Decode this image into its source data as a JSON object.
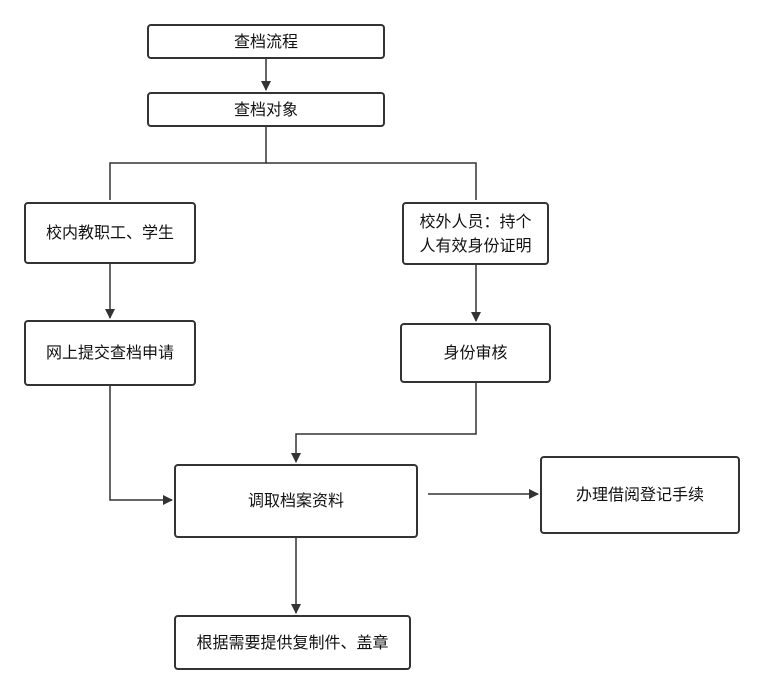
{
  "diagram": {
    "nodes": {
      "process_title": "查档流程",
      "target": "查档对象",
      "internal": "校内教职工、学生",
      "external": "校外人员：持个人有效身份证明",
      "online_apply": "网上提交查档申请",
      "identity_check": "身份审核",
      "retrieve": "调取档案资料",
      "borrow": "办理借阅登记手续",
      "copy_seal": "根据需要提供复制件、盖章"
    },
    "colors": {
      "line": "#333333",
      "border": "#333333",
      "text": "#111111"
    }
  }
}
